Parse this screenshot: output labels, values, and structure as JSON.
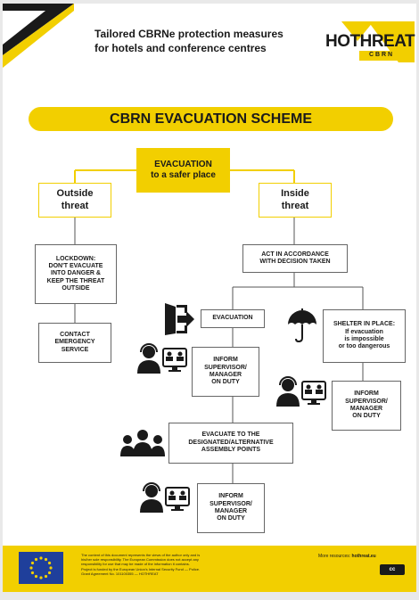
{
  "header": {
    "subtitle": "Tailored CBRNe protection measures\nfor hotels and conference centres",
    "logo_text": "HOTHREAT",
    "logo_sub": "C  B  R  N"
  },
  "title": "CBRN EVACUATION SCHEME",
  "nodes": {
    "evacuation_top": "EVACUATION\nto a safer place",
    "outside": "Outside\nthreat",
    "inside": "Inside\nthreat",
    "lockdown": "LOCKDOWN:\nDON'T EVACUATE\nINTO DANGER &\nKEEP THE THREAT\nOUTSIDE",
    "contact": "CONTACT\nEMERGENCY\nSERVICE",
    "act": "ACT IN ACCORDANCE\nWITH DECISION TAKEN",
    "evacuation": "EVACUATION",
    "shelter": "SHELTER IN PLACE:\nIf evacuation\nis impossible\nor too dangerous",
    "inform1": "INFORM\nSUPERVISOR/\nMANAGER\nON DUTY",
    "inform2": "INFORM\nSUPERVISOR/\nMANAGER\nON DUTY",
    "assembly": "EVACUATE TO THE\nDESIGNATED/ALTERNATIVE\nASSEMBLY POINTS",
    "inform3": "INFORM\nSUPERVISOR/\nMANAGER\nON DUTY"
  },
  "footer": {
    "disclaimer": "The content of this document represents the views of the author only and is\nhis/her sole responsibility. The European Commission does not accept any\nresponsibility for use that may be made of the information it contains.\nProject is funded by the European Union's Internal Security Fund — Police.\nGrant Agreement No. 101100355 — HOTHREAT",
    "resources_label": "More resources:",
    "resources_link": "hothreat.eu",
    "cc_label": "cc"
  },
  "icons": [
    "exit-door-icon",
    "umbrella-icon",
    "operator-phone-icon",
    "people-group-icon",
    "eu-flag-icon",
    "creative-commons-icon"
  ],
  "colors": {
    "accent_yellow": "#f2cf00",
    "dark": "#1a1a1a",
    "box_border": "#666666",
    "eu_blue": "#1f3f9b"
  }
}
